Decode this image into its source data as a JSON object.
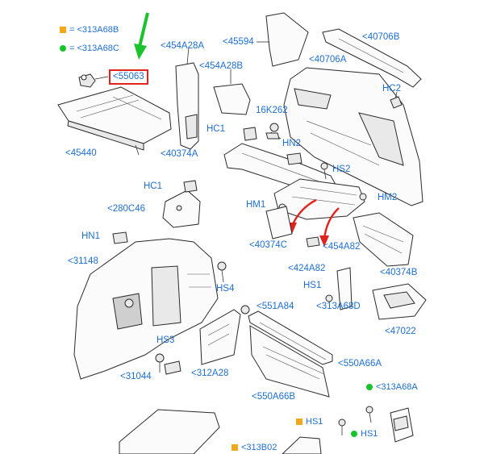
{
  "legend": [
    {
      "marker": "orange-square",
      "color": "#f2a81d",
      "text": "= <313A68B"
    },
    {
      "marker": "green-dot",
      "color": "#19c32b",
      "text": "= <313A68C"
    }
  ],
  "highlight": {
    "label": "<55063",
    "box_color": "#e0231c",
    "arrow_color": "#19c32b"
  },
  "labels": {
    "l454A28A": "<454A28A",
    "l45594": "<45594",
    "l40706B": "<40706B",
    "l454A28B": "<454A28B",
    "l40706A": "<40706A",
    "lHC2": "HC2",
    "l16K262": "16K262",
    "l45440": "<45440",
    "lHC1a": "HC1",
    "lHN2": "HN2",
    "l40374A": "<40374A",
    "lHS2": "HS2",
    "lHC1b": "HC1",
    "lHM2": "HM2",
    "lHM1": "HM1",
    "l280C46": "<280C46",
    "lHN1": "HN1",
    "l40374C": "<40374C",
    "l454A82": "<454A82",
    "l31148": "<31148",
    "l424A82": "<424A82",
    "l40374B": "<40374B",
    "lHS4": "HS4",
    "lHS1a": "HS1",
    "l551A84": "<551A84",
    "l313A68D": "<313A68D",
    "l47022": "<47022",
    "lHS3": "HS3",
    "l550A66A": "<550A66A",
    "l31044": "<31044",
    "l312A28": "<312A28",
    "l550A66B": "<550A66B",
    "l313A68A": "<313A68A",
    "lHS1b": "HS1",
    "lHS1c": "HS1",
    "l313B02": "<313B02"
  },
  "colors": {
    "label_text": "#1e6fd0",
    "pointer_red": "#e0231c",
    "outline": "#2a2a2a"
  }
}
